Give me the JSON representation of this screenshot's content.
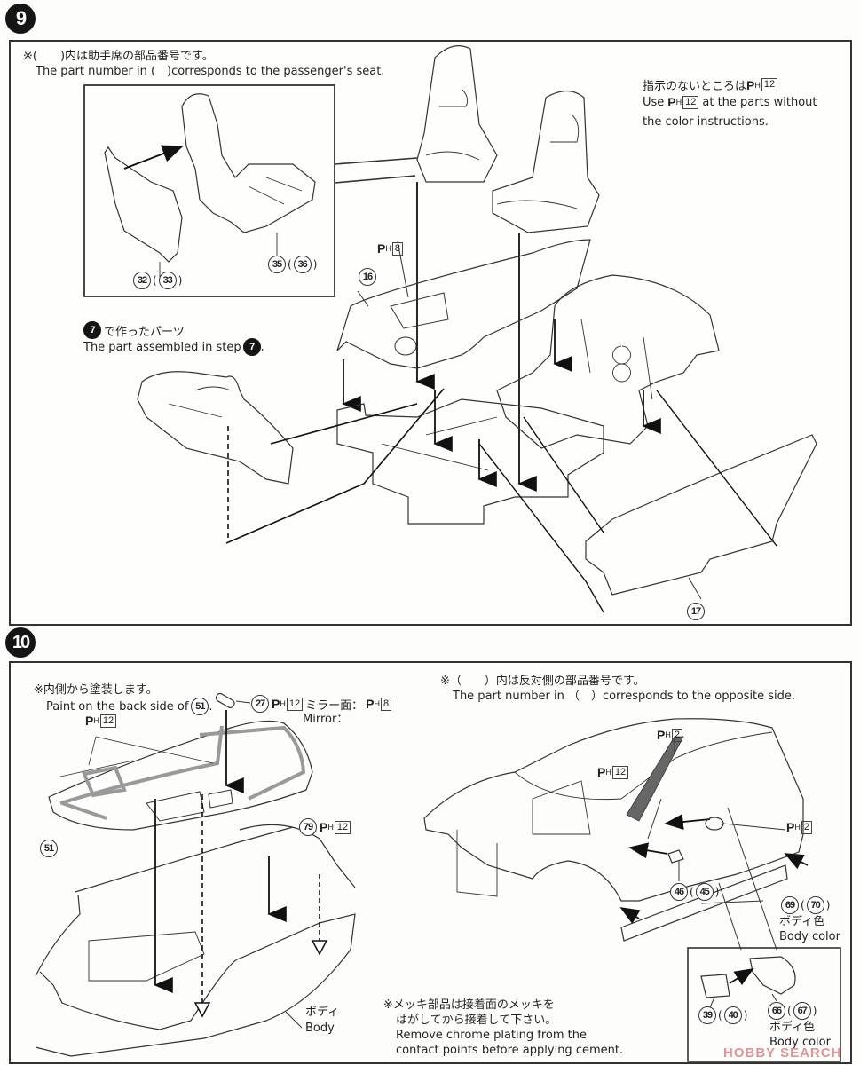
{
  "steps": [
    {
      "number": "9",
      "note_jp": "※(　　)内は助手席の部品番号です。",
      "note_en": "The part number in (　)corresponds to the passenger's seat.",
      "paint_note_jp_prefix": "指示のないところは",
      "paint_note_en_prefix": "Use",
      "paint_note_en_suffix": "at the parts without",
      "paint_note_en_line2": "the color instructions.",
      "paint_default": {
        "code_prefix": "P",
        "code_sub": "H",
        "code": "12"
      },
      "step_ref_jp": "で作ったパーツ",
      "step_ref_en": "The part assembled in step",
      "step_ref_num": "7",
      "step_ref_period": ".",
      "parts": [
        {
          "id": "32",
          "alt": "33"
        },
        {
          "id": "35",
          "alt": "36"
        },
        {
          "id": "16",
          "paint": "8"
        },
        {
          "id": "17"
        }
      ]
    },
    {
      "number": "10",
      "inner_note_jp": "※内側から塗装します。",
      "inner_note_en": "Paint on the back side of",
      "inner_note_part": "51",
      "inner_note_period": ".",
      "window_paint": "12",
      "mirror_part": "27",
      "mirror_paint": "12",
      "mirror_face_jp": "ミラー面：",
      "mirror_face_paint": "8",
      "mirror_en": "Mirror：",
      "part_51": "51",
      "part_79": "79",
      "part_79_paint": "12",
      "body_jp": "ボディ",
      "body_en": "Body",
      "opposite_note_jp": "※（　　）内は反対側の部品番号です。",
      "opposite_note_en": "The part number in （　）corresponds to the opposite side.",
      "pillar_paint_a": "2",
      "pillar_paint_b": "12",
      "mirror_cap_paint": "2",
      "side_vent": {
        "id": "46",
        "alt": "45"
      },
      "side_skirt": {
        "id": "69",
        "alt": "70"
      },
      "body_color_jp": "ボディ色",
      "body_color_en": "Body color",
      "mirror_glass": {
        "id": "39",
        "alt": "40"
      },
      "mirror_housing": {
        "id": "66",
        "alt": "67"
      },
      "chrome_note_jp_1": "※メッキ部品は接着面のメッキを",
      "chrome_note_jp_2": "はがしてから接着して下さい。",
      "chrome_note_en_1": "Remove chrome plating from the",
      "chrome_note_en_2": "contact points before applying cement."
    }
  ],
  "watermark": "HOBBY SEARCH"
}
